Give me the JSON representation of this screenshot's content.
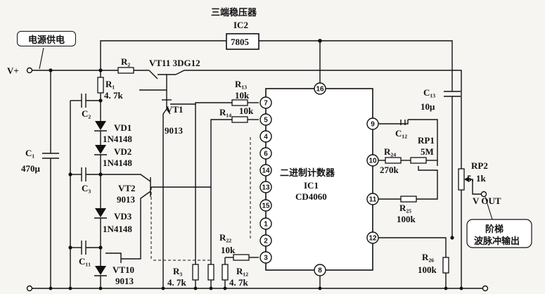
{
  "regulator": {
    "title": "三端稳压器",
    "ref": "IC2",
    "part": "7805"
  },
  "power_label": "电源供电",
  "vplus": "V+",
  "counter": {
    "title": "二进制计数器",
    "ref": "IC1",
    "part": "CD4060"
  },
  "output": {
    "pin_label": "V OUT",
    "note_line1": "阶梯",
    "note_line2": "波脉冲输出"
  },
  "transistors": {
    "vt11": "VT11  3DG12",
    "vt1_name": "VT1",
    "vt1_part": "9013",
    "vt2_name": "VT2",
    "vt2_part": "9013",
    "vt10_name": "VT10",
    "vt10_part": "9013"
  },
  "diodes": {
    "vd1_name": "VD1",
    "vd1_part": "1N4148",
    "vd2_name": "VD2",
    "vd2_part": "1N4148",
    "vd3_name": "VD3",
    "vd3_part": "1N4148"
  },
  "resistors": {
    "r1_name": "R₁",
    "r1_value": "4. 7k",
    "r2_name": "R₂",
    "r13_name": "R₁₃",
    "r13_value": "10k",
    "r14_name": "R₁₄",
    "r14_value": "10k",
    "r22_name": "R₂₂",
    "r22_value": "10k",
    "r3_name": "R₃",
    "r3_value": "4. 7k",
    "r12_name": "R₁₂",
    "r12_value": "4. 7k",
    "r24_name": "R₂₄",
    "r24_value": "270k",
    "r25_name": "R₂₅",
    "r25_value": "100k",
    "r26_name": "R₂₆",
    "r26_value": "100k",
    "rp1_name": "RP1",
    "rp1_value": "5M",
    "rp2_name": "RP2",
    "rp2_value": "5. 1k"
  },
  "capacitors": {
    "c1_name": "C₁",
    "c1_value": "470μ",
    "c2_name": "C₂",
    "c3_name": "C₃",
    "c11_name": "C₁₁",
    "c12_name": "C₁₂",
    "c13_name": "C₁₃",
    "c13_value": "10μ"
  },
  "pins": {
    "p16": "16",
    "p8": "8",
    "left": [
      "7",
      "5",
      "4",
      "6",
      "14",
      "13",
      "15",
      "1",
      "2",
      "3"
    ],
    "right": [
      "9",
      "10",
      "11",
      "12"
    ]
  }
}
